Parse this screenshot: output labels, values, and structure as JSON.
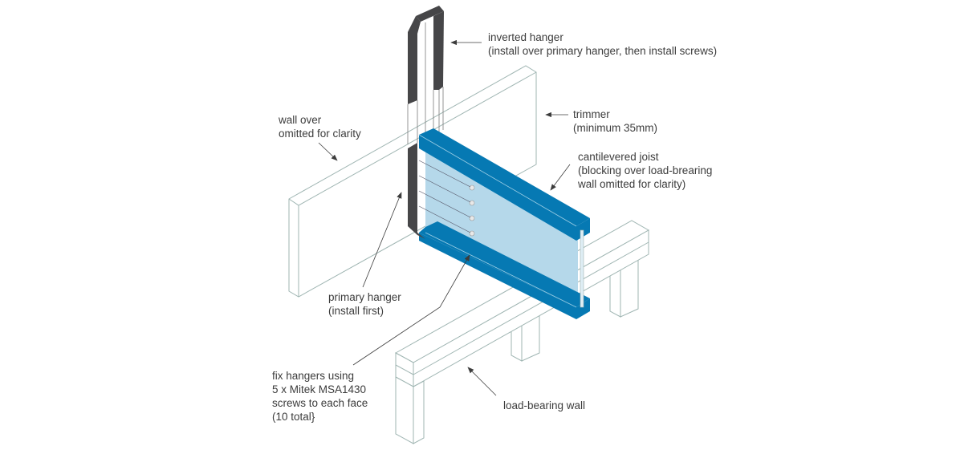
{
  "labels": {
    "inverted_hanger": [
      "inverted hanger",
      "(install over primary hanger, then install screws)"
    ],
    "trimmer": [
      "trimmer",
      "(minimum 35mm)"
    ],
    "wall_over": [
      "wall over",
      "omitted for clarity"
    ],
    "cantilevered_joist": [
      "cantilevered joist",
      "(blocking over load-brearing",
      "wall omitted for clarity)"
    ],
    "primary_hanger": [
      "primary hanger",
      "(install first)"
    ],
    "fix_hangers": [
      "fix hangers using",
      "5 x Mitek MSA1430",
      "screws to each face",
      "(10 total}"
    ],
    "load_bearing_wall": [
      "load-bearing wall"
    ]
  },
  "colors": {
    "joist_blue": "#0679b3",
    "web_blue": "#b5d8ea",
    "hanger_dark": "#464648",
    "outline": "#9fb5b2",
    "text": "#3c3c3c"
  }
}
